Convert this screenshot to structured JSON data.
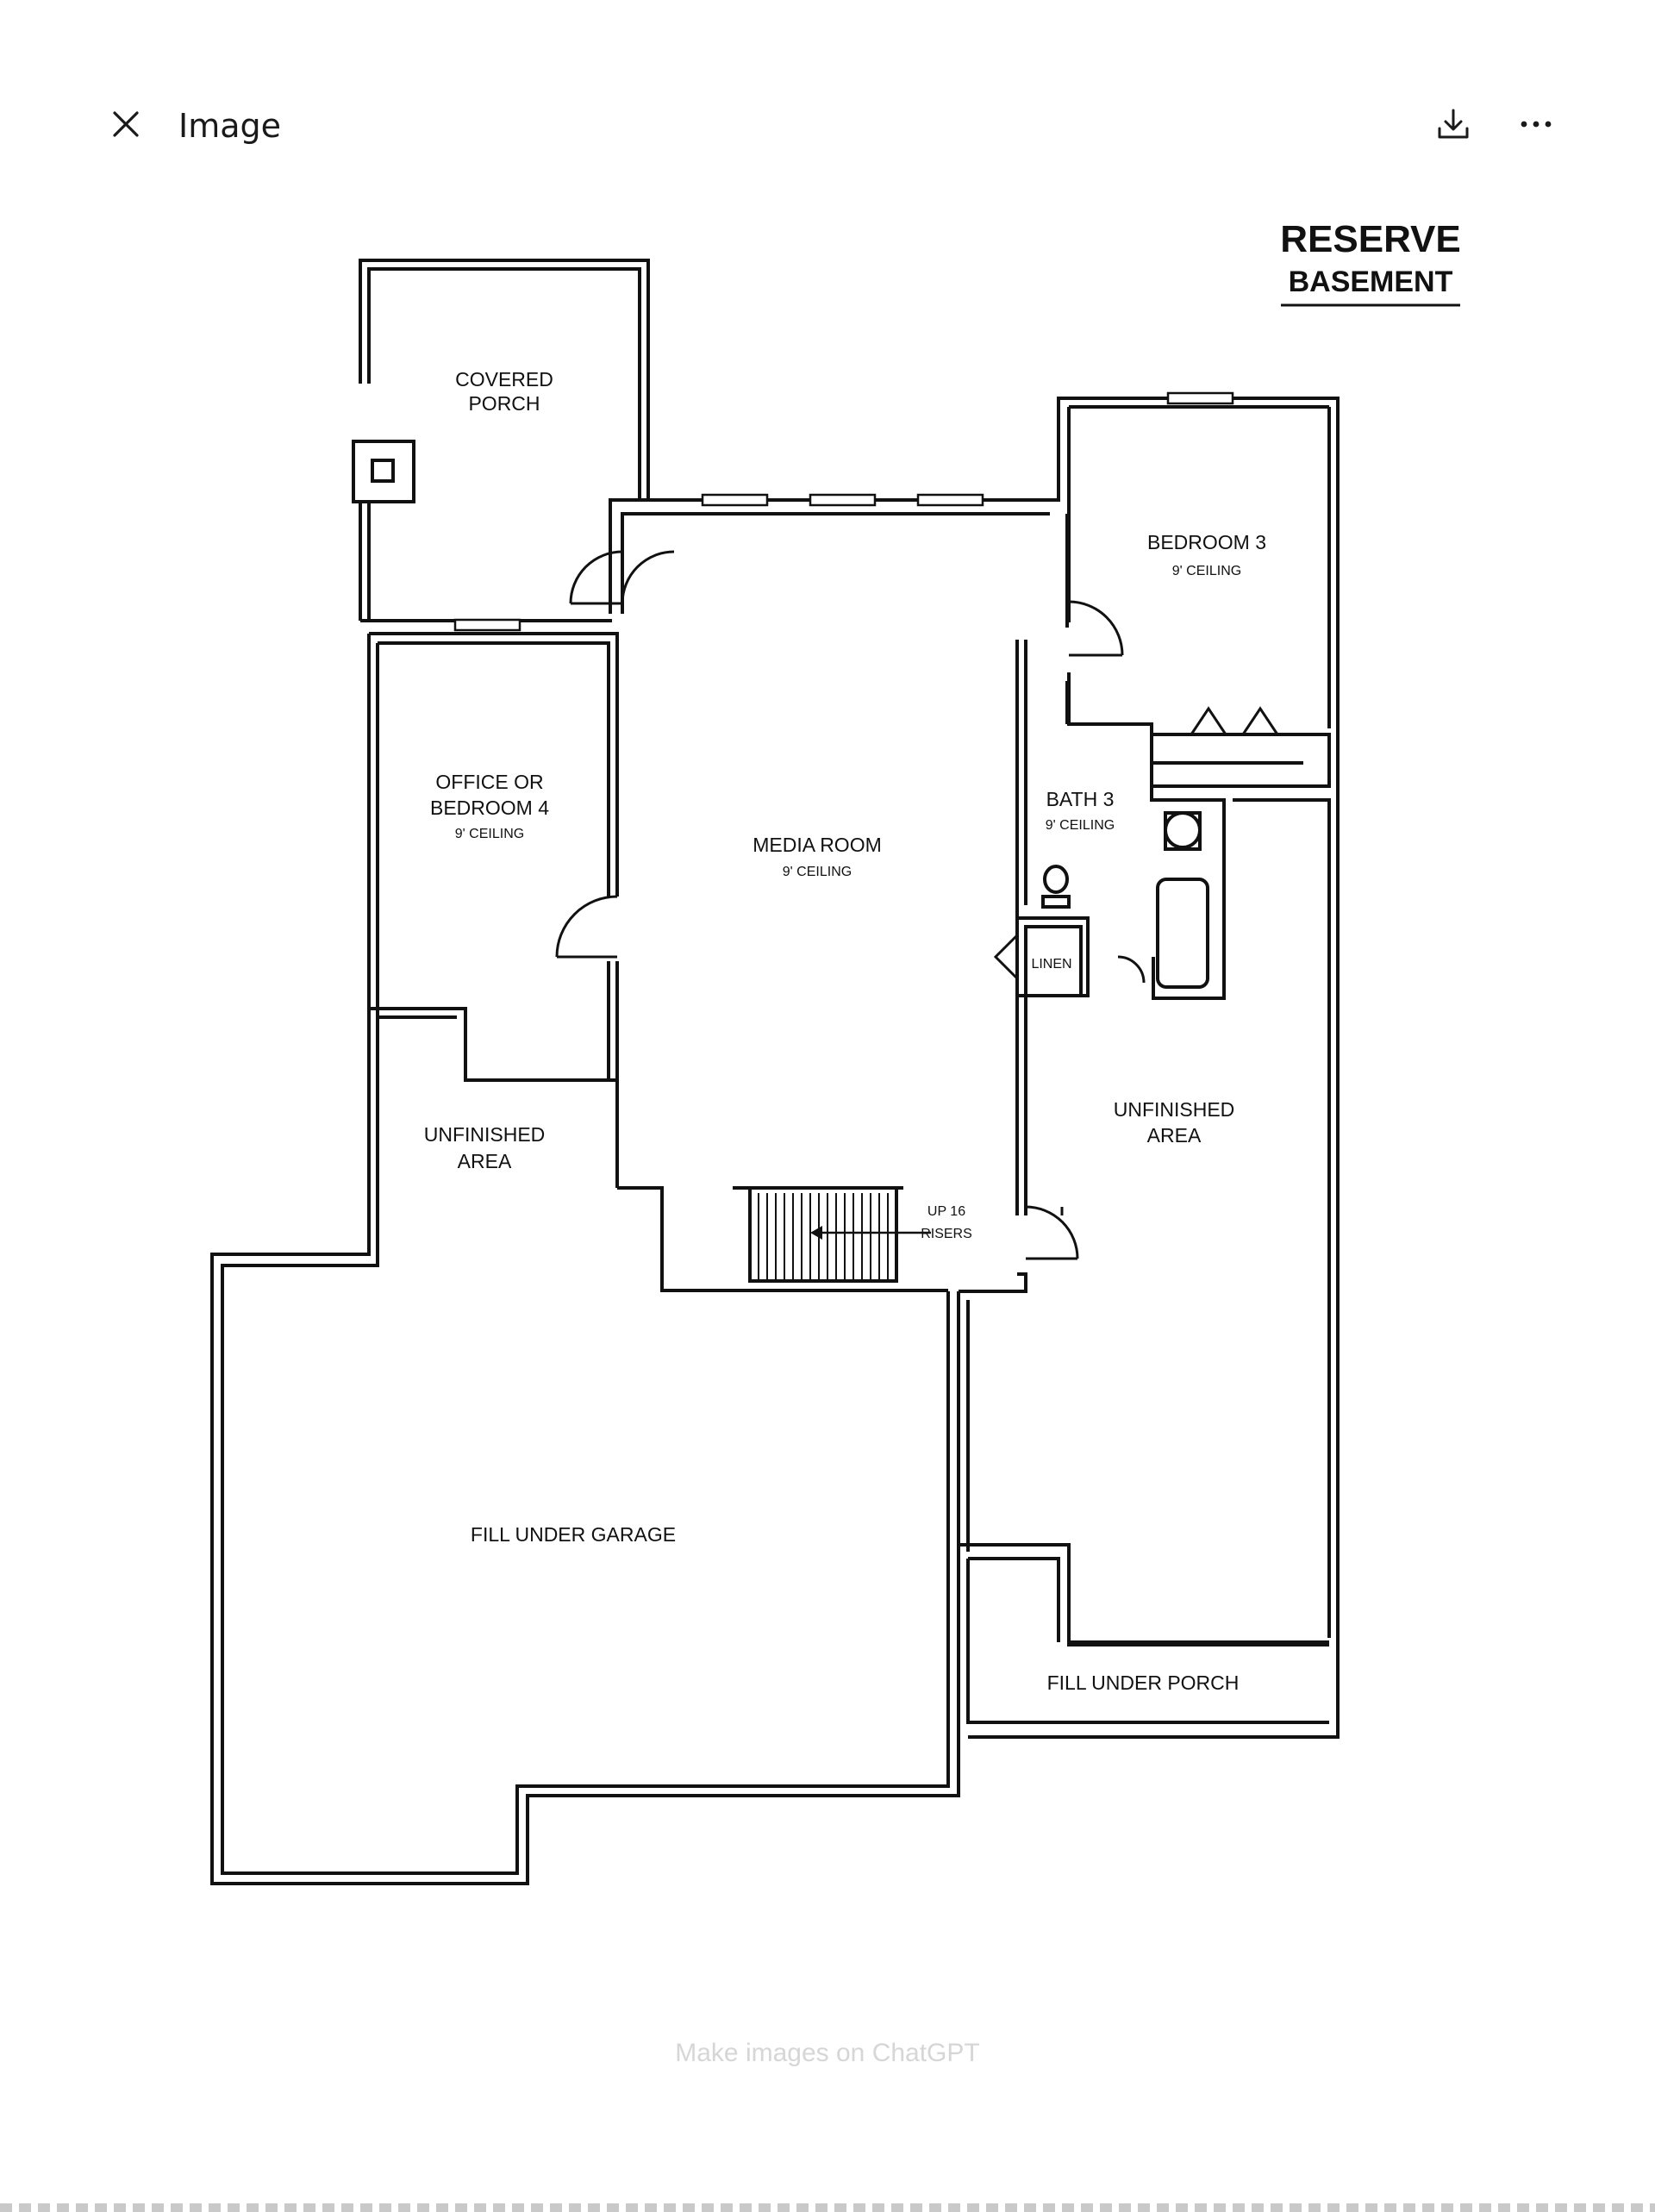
{
  "header": {
    "title": "Image",
    "close_icon": "close-icon",
    "download_icon": "download-icon",
    "more_icon": "more-options-icon"
  },
  "plan": {
    "brand_title": "RESERVE",
    "brand_subtitle": "BASEMENT",
    "rooms": {
      "covered_porch": [
        "COVERED",
        "PORCH"
      ],
      "bedroom3": {
        "name": "BEDROOM 3",
        "ceiling": "9' CEILING"
      },
      "office": {
        "name": [
          "OFFICE OR",
          "BEDROOM 4"
        ],
        "ceiling": "9' CEILING"
      },
      "media": {
        "name": "MEDIA ROOM",
        "ceiling": "9' CEILING"
      },
      "bath3": {
        "name": "BATH 3",
        "ceiling": "9' CEILING"
      },
      "linen": "LINEN",
      "unfinished_left": [
        "UNFINISHED",
        "AREA"
      ],
      "unfinished_right": [
        "UNFINISHED",
        "AREA"
      ],
      "stairs": [
        "UP 16",
        "RISERS"
      ],
      "fill_garage": "FILL UNDER GARAGE",
      "fill_porch": "FILL UNDER PORCH"
    }
  },
  "watermark": "Make images on ChatGPT",
  "colors": {
    "line": "#111111",
    "background": "#ffffff",
    "watermark": "#d6d6d6"
  }
}
